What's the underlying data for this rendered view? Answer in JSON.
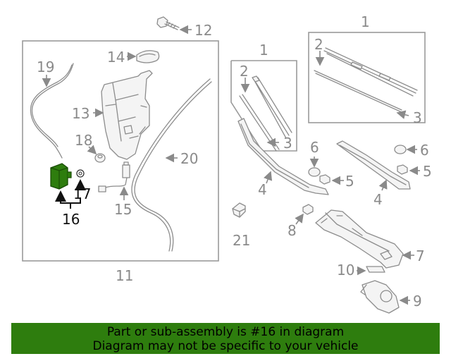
{
  "callouts": {
    "c1a": "1",
    "c1b": "1",
    "c2a": "2",
    "c2b": "2",
    "c3a": "3",
    "c3b": "3",
    "c4a": "4",
    "c4b": "4",
    "c5a": "5",
    "c5b": "5",
    "c6a": "6",
    "c6b": "6",
    "c7": "7",
    "c8": "8",
    "c9": "9",
    "c10": "10",
    "c11": "11",
    "c12": "12",
    "c13": "13",
    "c14": "14",
    "c15": "15",
    "c16": "16",
    "c17": "17",
    "c18": "18",
    "c19": "19",
    "c20": "20",
    "c21": "21"
  },
  "highlight": {
    "part": "16",
    "color": "#2e7d0e"
  },
  "footer": {
    "line1": "Part or sub-assembly is #16 in diagram",
    "line2": "Diagram may not be specific to your vehicle"
  }
}
